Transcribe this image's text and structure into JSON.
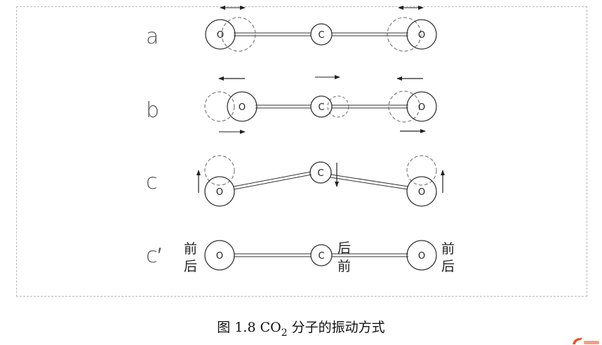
{
  "rows": [
    {
      "label": "a"
    },
    {
      "label": "b"
    },
    {
      "label": "c"
    },
    {
      "label": "c′"
    }
  ],
  "atoms": {
    "oxygen": "O",
    "carbon": "C"
  },
  "direction_words": {
    "front": "前",
    "back": "后"
  },
  "caption": {
    "prefix": "图 1.8 CO",
    "subscript": "2",
    "suffix": " 分子的振动方式"
  }
}
